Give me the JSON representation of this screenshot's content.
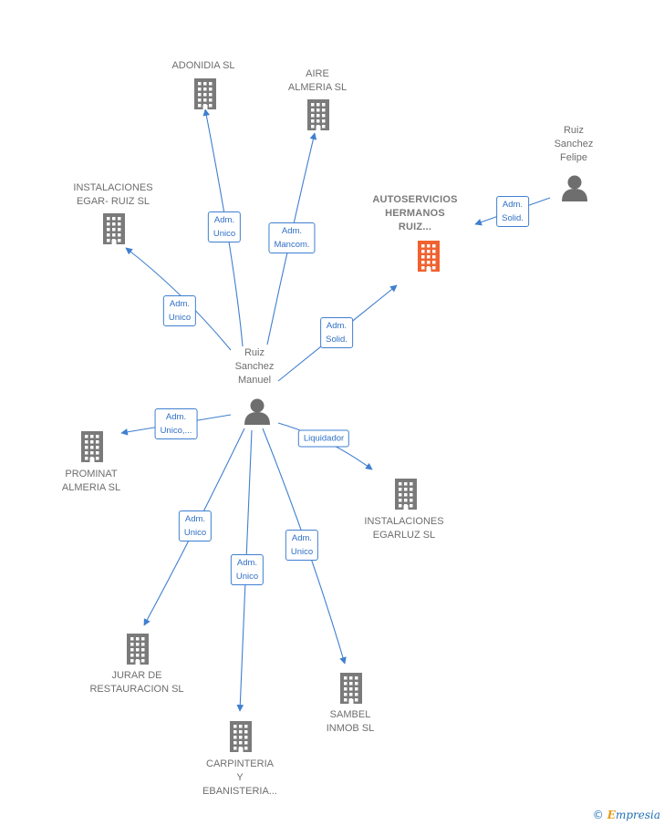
{
  "colors": {
    "edge": "#3f7fd0",
    "company_icon": "#7a7a7a",
    "focus_icon": "#f0622f",
    "person_icon": "#6e6e6e",
    "label_text": "#6e6e6e",
    "edge_label_text": "#2f6fc6"
  },
  "nodes": [
    {
      "id": "ruiz_manuel",
      "kind": "person",
      "icon": "person-icon",
      "label": [
        "Ruiz",
        "Sanchez",
        "Manuel"
      ]
    },
    {
      "id": "ruiz_felipe",
      "kind": "person",
      "icon": "person-icon",
      "label": [
        "Ruiz",
        "Sanchez",
        "Felipe"
      ]
    },
    {
      "id": "autoservicios",
      "kind": "focus-company",
      "icon": "building-icon",
      "label": [
        "AUTOSERVICIOS",
        "HERMANOS",
        "RUIZ..."
      ]
    },
    {
      "id": "adonidia",
      "kind": "company",
      "icon": "building-icon",
      "label": [
        "ADONIDIA SL"
      ]
    },
    {
      "id": "aire",
      "kind": "company",
      "icon": "building-icon",
      "label": [
        "AIRE",
        "ALMERIA SL"
      ]
    },
    {
      "id": "instalaciones_egar",
      "kind": "company",
      "icon": "building-icon",
      "label": [
        "INSTALACIONES",
        "EGAR- RUIZ SL"
      ]
    },
    {
      "id": "prominat",
      "kind": "company",
      "icon": "building-icon",
      "label": [
        "PROMINAT",
        "ALMERIA SL"
      ]
    },
    {
      "id": "egarluz",
      "kind": "company",
      "icon": "building-icon",
      "label": [
        "INSTALACIONES",
        "EGARLUZ SL"
      ]
    },
    {
      "id": "jurar",
      "kind": "company",
      "icon": "building-icon",
      "label": [
        "JURAR DE",
        "RESTAURACION SL"
      ]
    },
    {
      "id": "carpinteria",
      "kind": "company",
      "icon": "building-icon",
      "label": [
        "CARPINTERIA",
        "Y",
        "EBANISTERIA..."
      ]
    },
    {
      "id": "sambel",
      "kind": "company",
      "icon": "building-icon",
      "label": [
        "SAMBEL",
        "INMOB SL"
      ]
    }
  ],
  "edges": [
    {
      "from": "ruiz_manuel",
      "to": "adonidia",
      "label": [
        "Adm.",
        "Unico"
      ]
    },
    {
      "from": "ruiz_manuel",
      "to": "aire",
      "label": [
        "Adm.",
        "Mancom."
      ]
    },
    {
      "from": "ruiz_manuel",
      "to": "instalaciones_egar",
      "label": [
        "Adm.",
        "Unico"
      ]
    },
    {
      "from": "ruiz_manuel",
      "to": "autoservicios",
      "label": [
        "Adm.",
        "Solid."
      ]
    },
    {
      "from": "ruiz_felipe",
      "to": "autoservicios",
      "label": [
        "Adm.",
        "Solid."
      ]
    },
    {
      "from": "ruiz_manuel",
      "to": "prominat",
      "label": [
        "Adm.",
        "Unico,..."
      ]
    },
    {
      "from": "ruiz_manuel",
      "to": "egarluz",
      "label": [
        "Liquidador"
      ]
    },
    {
      "from": "ruiz_manuel",
      "to": "jurar",
      "label": [
        "Adm.",
        "Unico"
      ]
    },
    {
      "from": "ruiz_manuel",
      "to": "carpinteria",
      "label": [
        "Adm.",
        "Unico"
      ]
    },
    {
      "from": "ruiz_manuel",
      "to": "sambel",
      "label": [
        "Adm.",
        "Unico"
      ]
    }
  ],
  "footer": {
    "copyright_symbol": "©",
    "brand_initial": "E",
    "brand_rest": "mpresia"
  }
}
